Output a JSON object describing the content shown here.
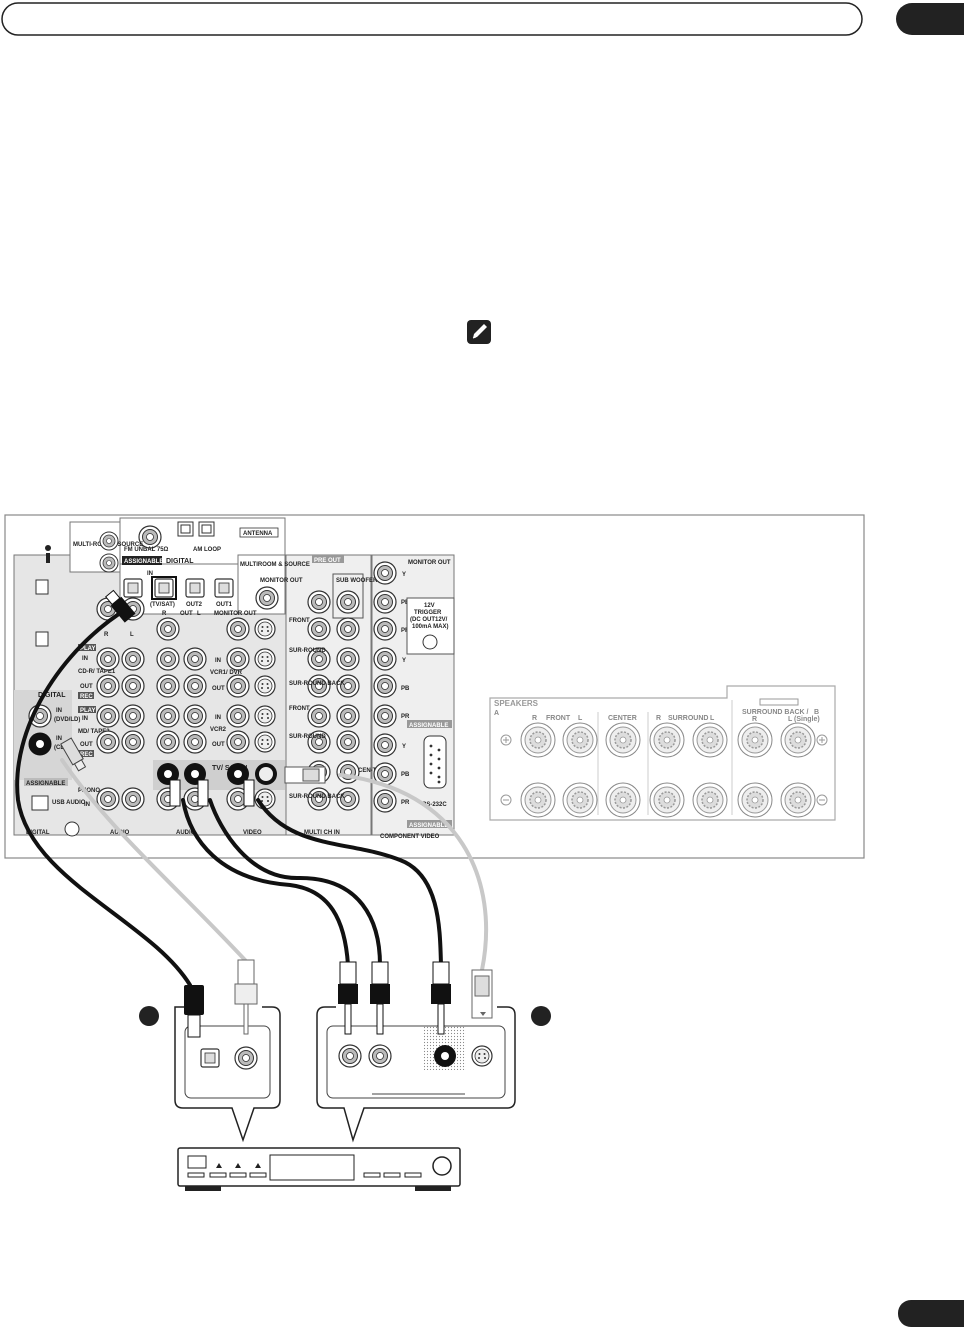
{
  "panel": {
    "antenna": "ANTENNA",
    "fm_unbal": "FM UNBAL 75Ω",
    "am_loop": "AM LOOP",
    "multi_room_source": "MULTI-ROOM& SOURCE",
    "assignable": "ASSIGNABLE",
    "digital": "DIGITAL",
    "in": "IN",
    "tv_sat": "(TV/SAT)",
    "out2": "OUT2",
    "out1": "OUT1",
    "multiroom_source": "MULTIROOM & SOURCE",
    "monitor_out": "MONITOR OUT",
    "pre_out": "PRE OUT",
    "subwoofer": "SUB WOOFER",
    "front": "FRONT",
    "surround": "SUR-ROUND",
    "surround_back": "SUR-ROUND BACK",
    "center": "CEN-TER",
    "trigger": [
      "12V",
      "TRIGGER",
      "(DC OUT12V/",
      "100mA MAX)"
    ],
    "digital_left": "DIGITAL",
    "in_dvd_ld": "(DVD/LD)",
    "in_cd": "(CD)",
    "in_label": "IN",
    "assignable_left": "ASSIGNABLE",
    "usb_audio": "USB AUDIO",
    "play": "PLAY",
    "rec": "REC",
    "out": "OUT",
    "cd_r_tape1": "CD-R/ TAPE1",
    "md_tape2": "MD/ TAPE2",
    "phono": "PHONO",
    "vcr1_dvr": "VCR1/ DVR",
    "vcr2": "VCR2",
    "tv_sat_in": "TV/ SAT IN",
    "monitor_out_small": "MONITOR OUT",
    "bottom_digital": "DIGITAL",
    "bottom_audio": "AUDIO",
    "bottom_audio2": "AUDIO",
    "bottom_video": "VIDEO",
    "bottom_multich": "MULTI CH IN",
    "bottom_component": "COMPONENT VIDEO",
    "y": "Y",
    "pb": "PB",
    "pr": "PR",
    "assignable_cv": "ASSIGNABLE",
    "rs232c": "RS-232C",
    "r": "R",
    "l": "L"
  },
  "speakers": {
    "title": "SPEAKERS",
    "a": "A",
    "b": "B",
    "front": "FRONT",
    "center": "CENTER",
    "surround": "SURROUND",
    "surround_back": "SURROUND BACK /",
    "r": "R",
    "l": "L",
    "single": "(Single)"
  },
  "badges": {
    "left": "",
    "right": ""
  },
  "note_icon": "pencil-note-icon",
  "colors": {
    "black_cable": "#111111",
    "grey_cable": "#c8c8c8",
    "panel_bg": "#f4f4f4",
    "panel_gray": "#d9d9d9",
    "badge": "#222222"
  }
}
